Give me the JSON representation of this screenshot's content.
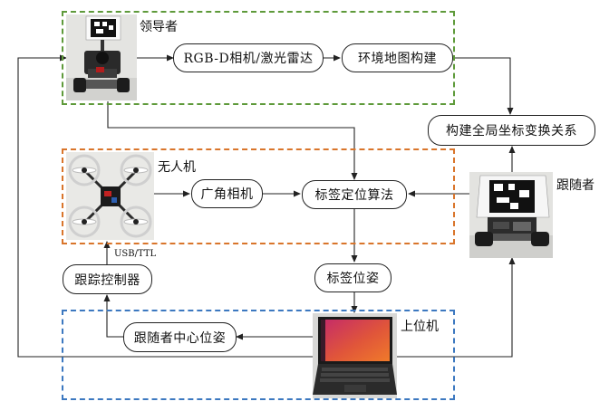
{
  "groups": {
    "leader": {
      "label": "领导者",
      "color": "#5e9a3a"
    },
    "uav": {
      "label": "无人机",
      "color": "#d9752b"
    },
    "host": {
      "label": "上位机",
      "color": "#3c78c0"
    }
  },
  "follower_label": "跟随者",
  "usb_label": "USB/TTL",
  "nodes": {
    "sensor": "RGB-D相机/激光雷达",
    "env_map": "环境地图构建",
    "global_frame": "构建全局坐标变换关系",
    "wide_camera": "广角相机",
    "tag_localization": "标签定位算法",
    "tag_pose": "标签位姿",
    "tracking_controller": "跟踪控制器",
    "follower_center_pose": "跟随者中心位姿"
  },
  "images": {
    "leader_robot": "leader-robot-photo",
    "drone": "drone-photo",
    "follower_robot": "follower-robot-photo",
    "laptop": "laptop-photo"
  }
}
